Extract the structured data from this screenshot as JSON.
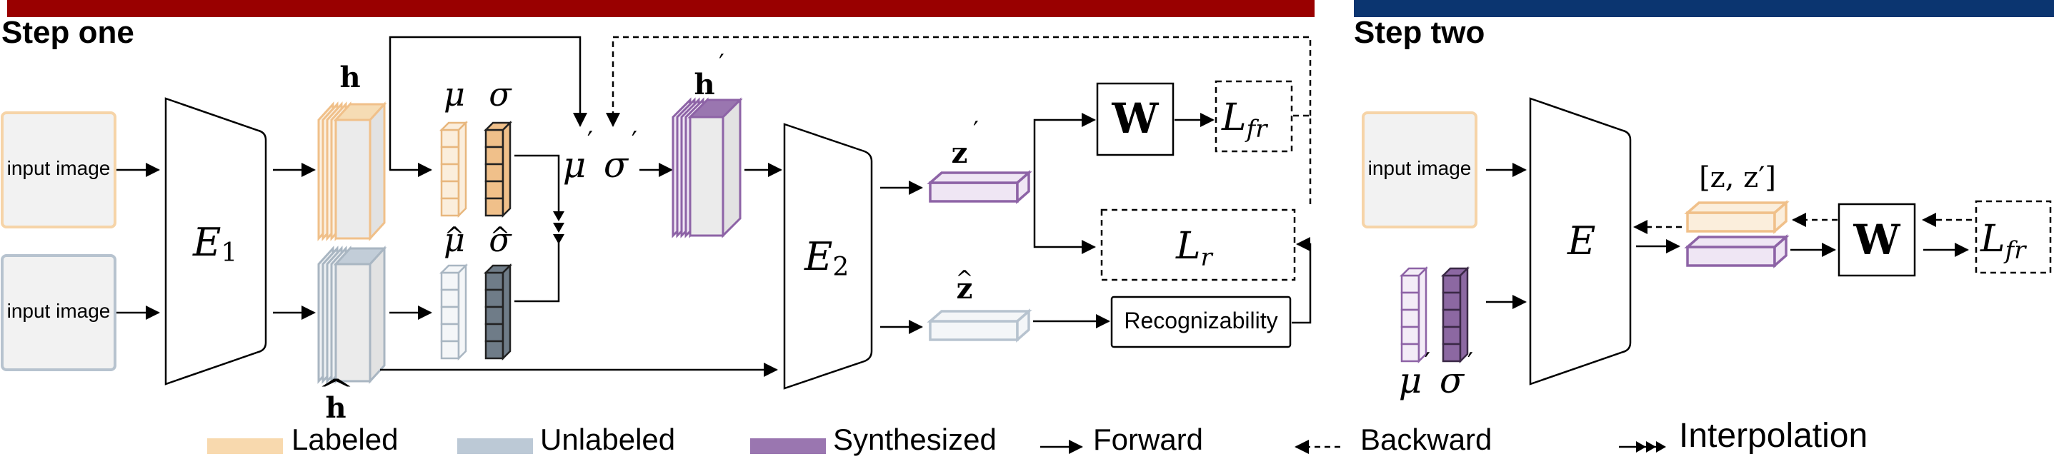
{
  "step_one": {
    "title": "Step one",
    "bar_color": "#990000"
  },
  "step_two": {
    "title": "Step two",
    "bar_color": "#0b3570"
  },
  "inputs": {
    "labeled": "input image",
    "unlabeled": "input image",
    "step_two": "input image"
  },
  "encoders": {
    "e1": "E",
    "e1_sub": "1",
    "e2": "E",
    "e2_sub": "2",
    "e": "E"
  },
  "features": {
    "h": "h",
    "h_hat": "h",
    "h_prime": "h",
    "prime": "′",
    "hat": "^"
  },
  "stats": {
    "mu": "μ",
    "sigma": "σ",
    "mu_prime": "μ",
    "sigma_prime": "σ",
    "mu_hat": "μ",
    "sigma_hat": "σ"
  },
  "codes": {
    "z_prime": "z",
    "z_hat": "z",
    "pair": "[z, z′]"
  },
  "boxes": {
    "w": "W",
    "l_fr": "L",
    "l_fr_sub": "fr",
    "l_r": "L",
    "l_r_sub": "r",
    "recognizability": "Recognizability",
    "w2": "W",
    "l_fr2": "L",
    "l_fr2_sub": "fr"
  },
  "legend": {
    "labeled": "Labeled",
    "unlabeled": "Unlabeled",
    "synthesized": "Synthesized",
    "forward": "Forward",
    "backward": "Backward",
    "interpolation": "Interpolation"
  },
  "colors": {
    "labeled": "#f6dcb4",
    "labeled_dark": "#f0c08a",
    "labeled_stroke": "#e8b77e",
    "unlabeled": "#c2cdd8",
    "unlabeled_dark": "#6f7c88",
    "unlabeled_stroke": "#a9b6c2",
    "synthesized": "#9a76b0",
    "synthesized_stroke": "#8d63a6",
    "synthesized_light": "#e8dcef"
  }
}
